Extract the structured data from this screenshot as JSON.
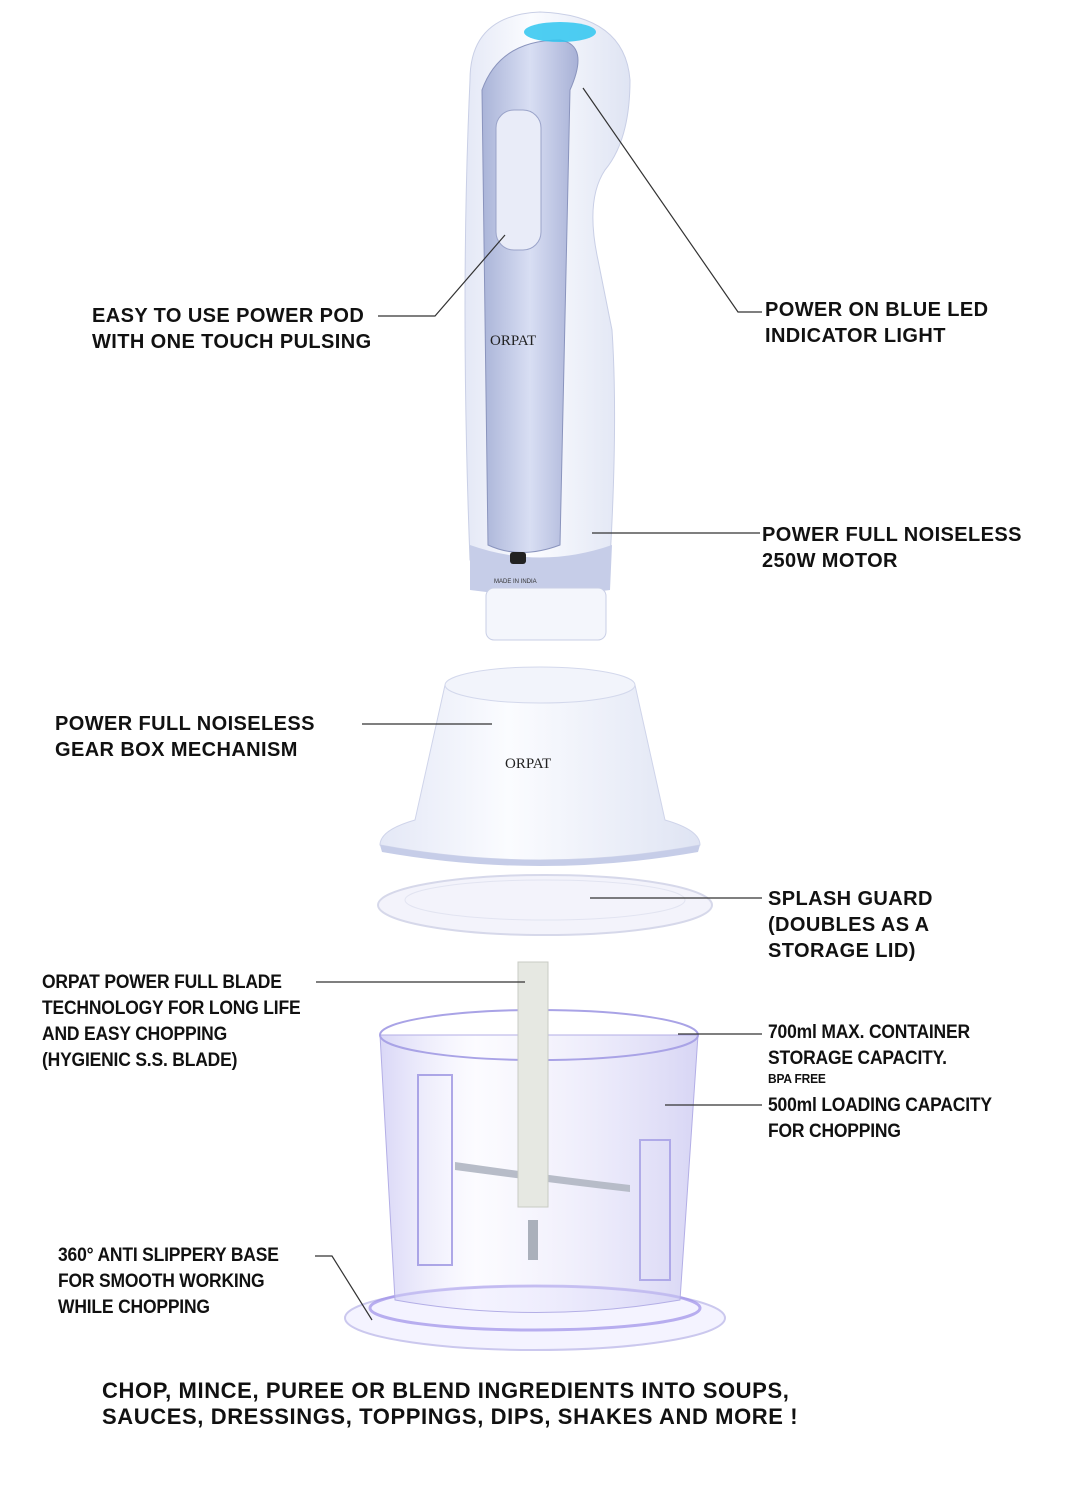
{
  "callouts": {
    "power_pod": [
      "EASY TO USE POWER POD",
      "WITH ONE TOUCH PULSING"
    ],
    "led": [
      "POWER ON BLUE LED",
      "INDICATOR LIGHT"
    ],
    "motor": [
      "POWER FULL NOISELESS",
      "250W MOTOR"
    ],
    "gearbox": [
      "POWER FULL NOISELESS",
      "GEAR BOX MECHANISM"
    ],
    "splash_guard": [
      "SPLASH GUARD",
      "(DOUBLES AS A",
      "STORAGE LID)"
    ],
    "blade": [
      "ORPAT POWER FULL BLADE",
      "TECHNOLOGY FOR LONG LIFE",
      "AND EASY CHOPPING",
      "(HYGIENIC S.S. BLADE)"
    ],
    "container": [
      "700ml MAX. CONTAINER",
      "STORAGE CAPACITY."
    ],
    "bpa": "BPA FREE",
    "loading": [
      "500ml LOADING CAPACITY",
      "FOR CHOPPING"
    ],
    "base": [
      "360° ANTI SLIPPERY BASE",
      "FOR SMOOTH WORKING",
      "WHILE CHOPPING"
    ]
  },
  "footer": [
    "CHOP, MINCE, PUREE OR BLEND INGREDIENTS INTO SOUPS,",
    "SAUCES, DRESSINGS, TOPPINGS, DIPS, SHAKES AND MORE !"
  ],
  "product": {
    "brand": "ORPAT",
    "made_in": "MADE IN INDIA",
    "led_color": "#2fc6f0",
    "accent": "#b9c3ea"
  }
}
